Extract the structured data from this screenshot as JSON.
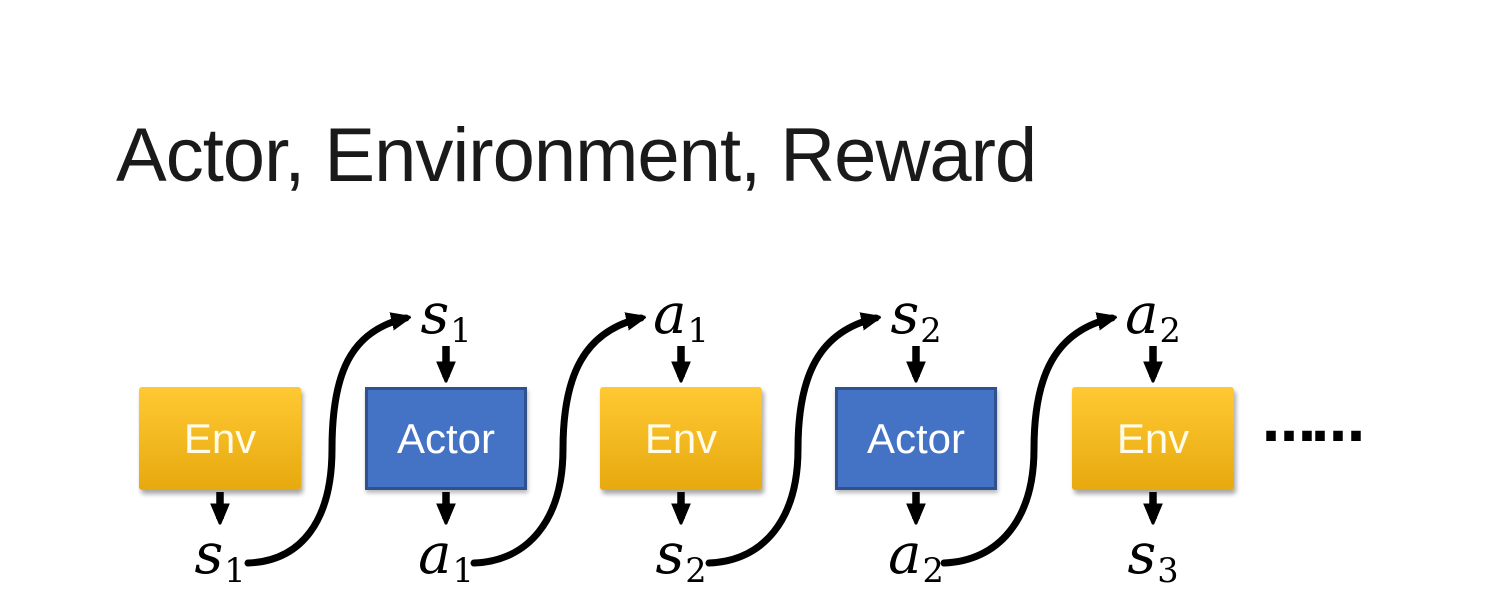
{
  "title": "Actor, Environment, Reward",
  "colors": {
    "text": "#1A1A1A",
    "env_top": "#FFC933",
    "env_bottom": "#E7A90F",
    "env_text": "#FFFBE9",
    "actor_fill": "#4472C4",
    "actor_border": "#2F528F",
    "actor_text": "#FFFFFF",
    "arrow": "#000000"
  },
  "diagram": {
    "boxes": [
      {
        "type": "env",
        "label": "Env"
      },
      {
        "type": "actor",
        "label": "Actor"
      },
      {
        "type": "env",
        "label": "Env"
      },
      {
        "type": "actor",
        "label": "Actor"
      },
      {
        "type": "env",
        "label": "Env"
      }
    ],
    "top_labels": [
      {
        "base": "s",
        "sub": "1"
      },
      {
        "base": "a",
        "sub": "1"
      },
      {
        "base": "s",
        "sub": "2"
      },
      {
        "base": "a",
        "sub": "2"
      }
    ],
    "bottom_labels": [
      {
        "base": "s",
        "sub": "1"
      },
      {
        "base": "a",
        "sub": "1"
      },
      {
        "base": "s",
        "sub": "2"
      },
      {
        "base": "a",
        "sub": "2"
      },
      {
        "base": "s",
        "sub": "3"
      }
    ],
    "ellipsis": "……"
  }
}
